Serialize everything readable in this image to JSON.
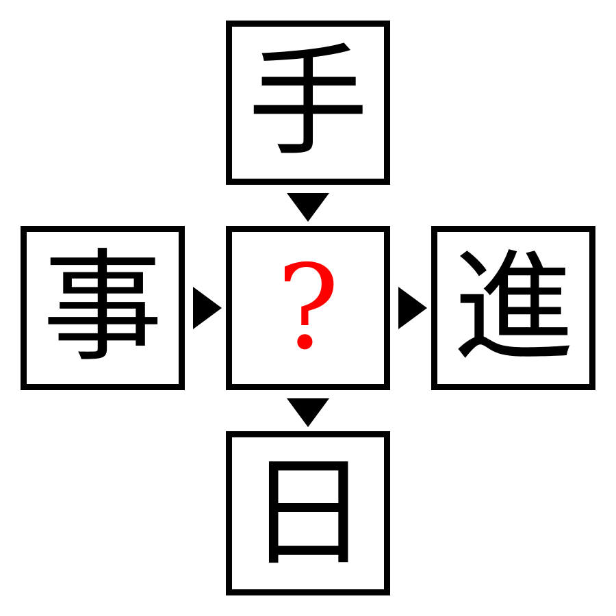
{
  "puzzle": {
    "top": "手",
    "left": "事",
    "center": "?",
    "right": "進",
    "bottom": "日"
  },
  "colors": {
    "border": "#000000",
    "kanji": "#000000",
    "question": "#ff0000",
    "background": "#ffffff"
  },
  "icons": {
    "arrow_down": "triangle-down-icon",
    "arrow_right": "triangle-right-icon"
  }
}
